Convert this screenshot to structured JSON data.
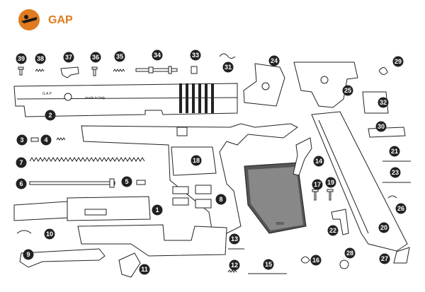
{
  "brand": {
    "name": "GAP",
    "logo_icon": "gap-brand-logo-icon",
    "accent": "#e07b1f"
  },
  "slide_text": {
    "maker": "G A P",
    "origin": "made in Italy"
  },
  "grip_mark": "BBM",
  "callouts": [
    "39",
    "38",
    "37",
    "36",
    "35",
    "34",
    "33",
    "31",
    "24",
    "29",
    "25",
    "32",
    "2",
    "3",
    "4",
    "7",
    "30",
    "21",
    "18",
    "14",
    "23",
    "6",
    "5",
    "17",
    "19",
    "26",
    "8",
    "1",
    "20",
    "22",
    "10",
    "13",
    "9",
    "28",
    "16",
    "27",
    "12",
    "11",
    "15"
  ]
}
